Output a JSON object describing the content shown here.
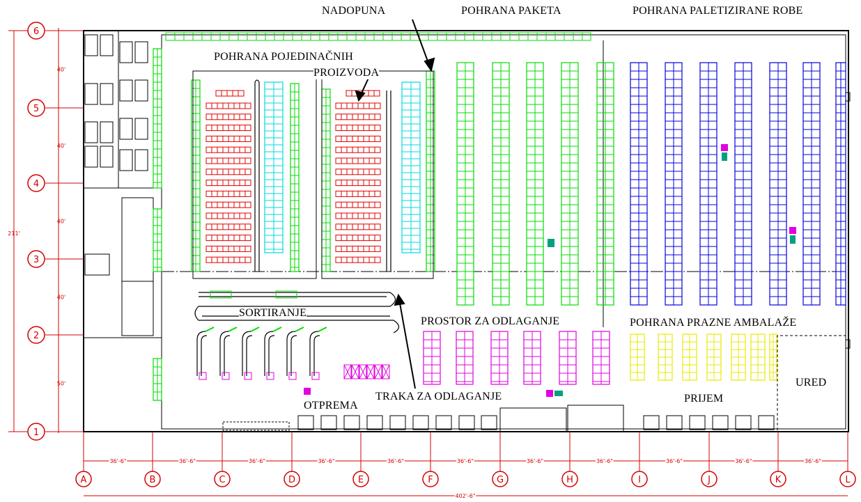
{
  "title_labels": {
    "nadopuna": "NADOPUNA",
    "pohrana_paketa": "POHRANA PAKETA",
    "pohrana_paletizirane": "POHRANA PALETIZIRANE ROBE",
    "pohrana_pojedinacnih_1": "POHRANA POJEDINAČNIH",
    "pohrana_pojedinacnih_2": "PROIZVODA",
    "sortiranje": "SORTIRANJE",
    "prostor_za_odlaganje": "PROSTOR ZA ODLAGANJE",
    "pohrana_prazne": "POHRANA PRAZNE AMBALAŽE",
    "ured": "URED",
    "prijem": "PRIJEM",
    "otprema": "OTPREMA",
    "traka_za_odlaganje": "TRAKA ZA ODLAGANJE"
  },
  "row_bubbles": [
    "6",
    "5",
    "4",
    "3",
    "2",
    "1"
  ],
  "column_bubbles": [
    "A",
    "B",
    "C",
    "D",
    "E",
    "F",
    "G",
    "H",
    "I",
    "J",
    "K",
    "L"
  ],
  "vertical_dims": [
    "40'",
    "40'",
    "40'",
    "40'",
    "50'"
  ],
  "overall_height_dim": "211'",
  "column_spacing_dims": [
    "36'-6\"",
    "36'-6\"",
    "36'-6\"",
    "36'-6\"",
    "36'-6\"",
    "36'-6\"",
    "36'-6\"",
    "36'-6\"",
    "36'-6\"",
    "36'-6\"",
    "36'-6\""
  ],
  "overall_width_dim": "402'-6\"",
  "colors": {
    "grid_red": "#d40000",
    "rack_green": "#00dd00",
    "rack_blue": "#0000dd",
    "rack_red": "#e00000",
    "rack_cyan": "#00d8e0",
    "staging_magenta": "#e000e0",
    "empty_yellow": "#e8e800",
    "wall": "#000000"
  }
}
